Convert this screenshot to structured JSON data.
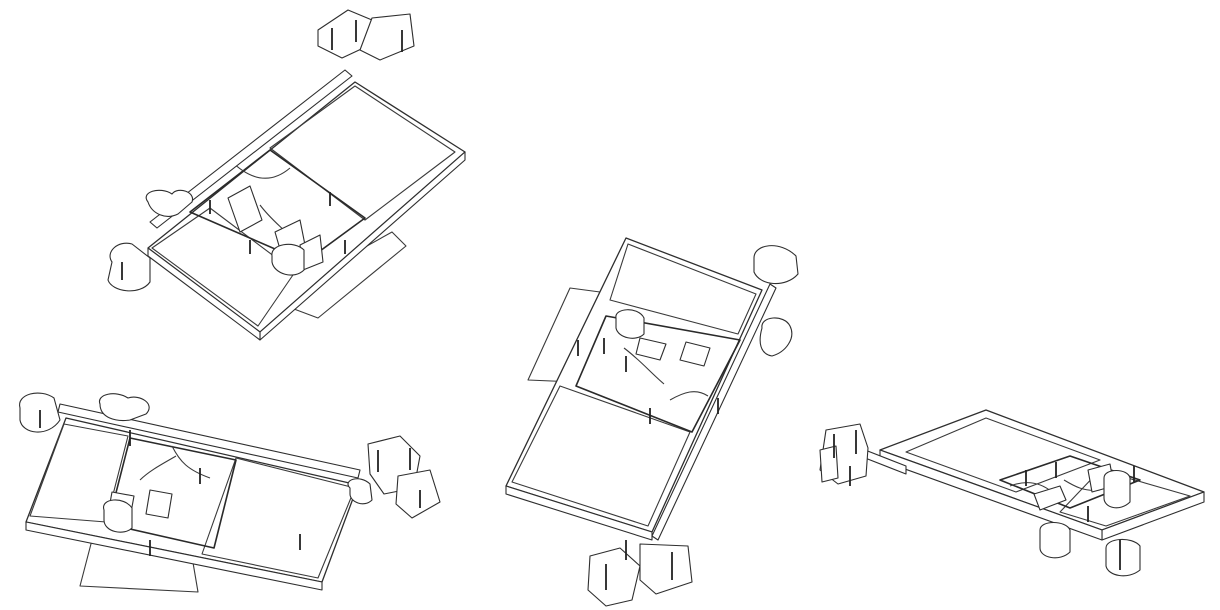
{
  "views": [
    {
      "id": "view-top-left",
      "label": ""
    },
    {
      "id": "view-bottom-left",
      "label": ""
    },
    {
      "id": "view-center",
      "label": ""
    },
    {
      "id": "view-right",
      "label": ""
    }
  ],
  "colors": {
    "background": "#ffffff",
    "line": "#2e2e2e",
    "grid": "#5a5a5a"
  }
}
